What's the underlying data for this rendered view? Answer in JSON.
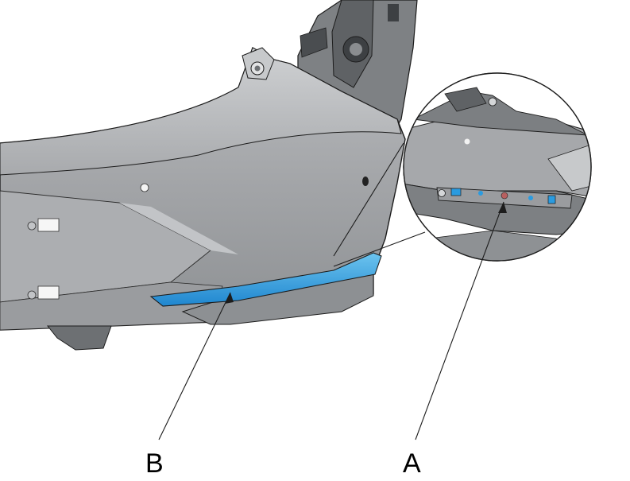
{
  "diagram": {
    "callouts": [
      {
        "id": "B",
        "label": "B",
        "target": "light-blue-trim-strip"
      },
      {
        "id": "A",
        "label": "A",
        "target": "trim-clip-in-detail-view"
      }
    ],
    "colors": {
      "bumper_fill": "#a4a6a9",
      "bumper_light": "#c5c7ca",
      "bumper_dark": "#6d7073",
      "trim_highlight": "#2a9be0",
      "trim_highlight_light": "#6cc4ef",
      "line": "#1c1c1c",
      "background": "#ffffff"
    }
  }
}
